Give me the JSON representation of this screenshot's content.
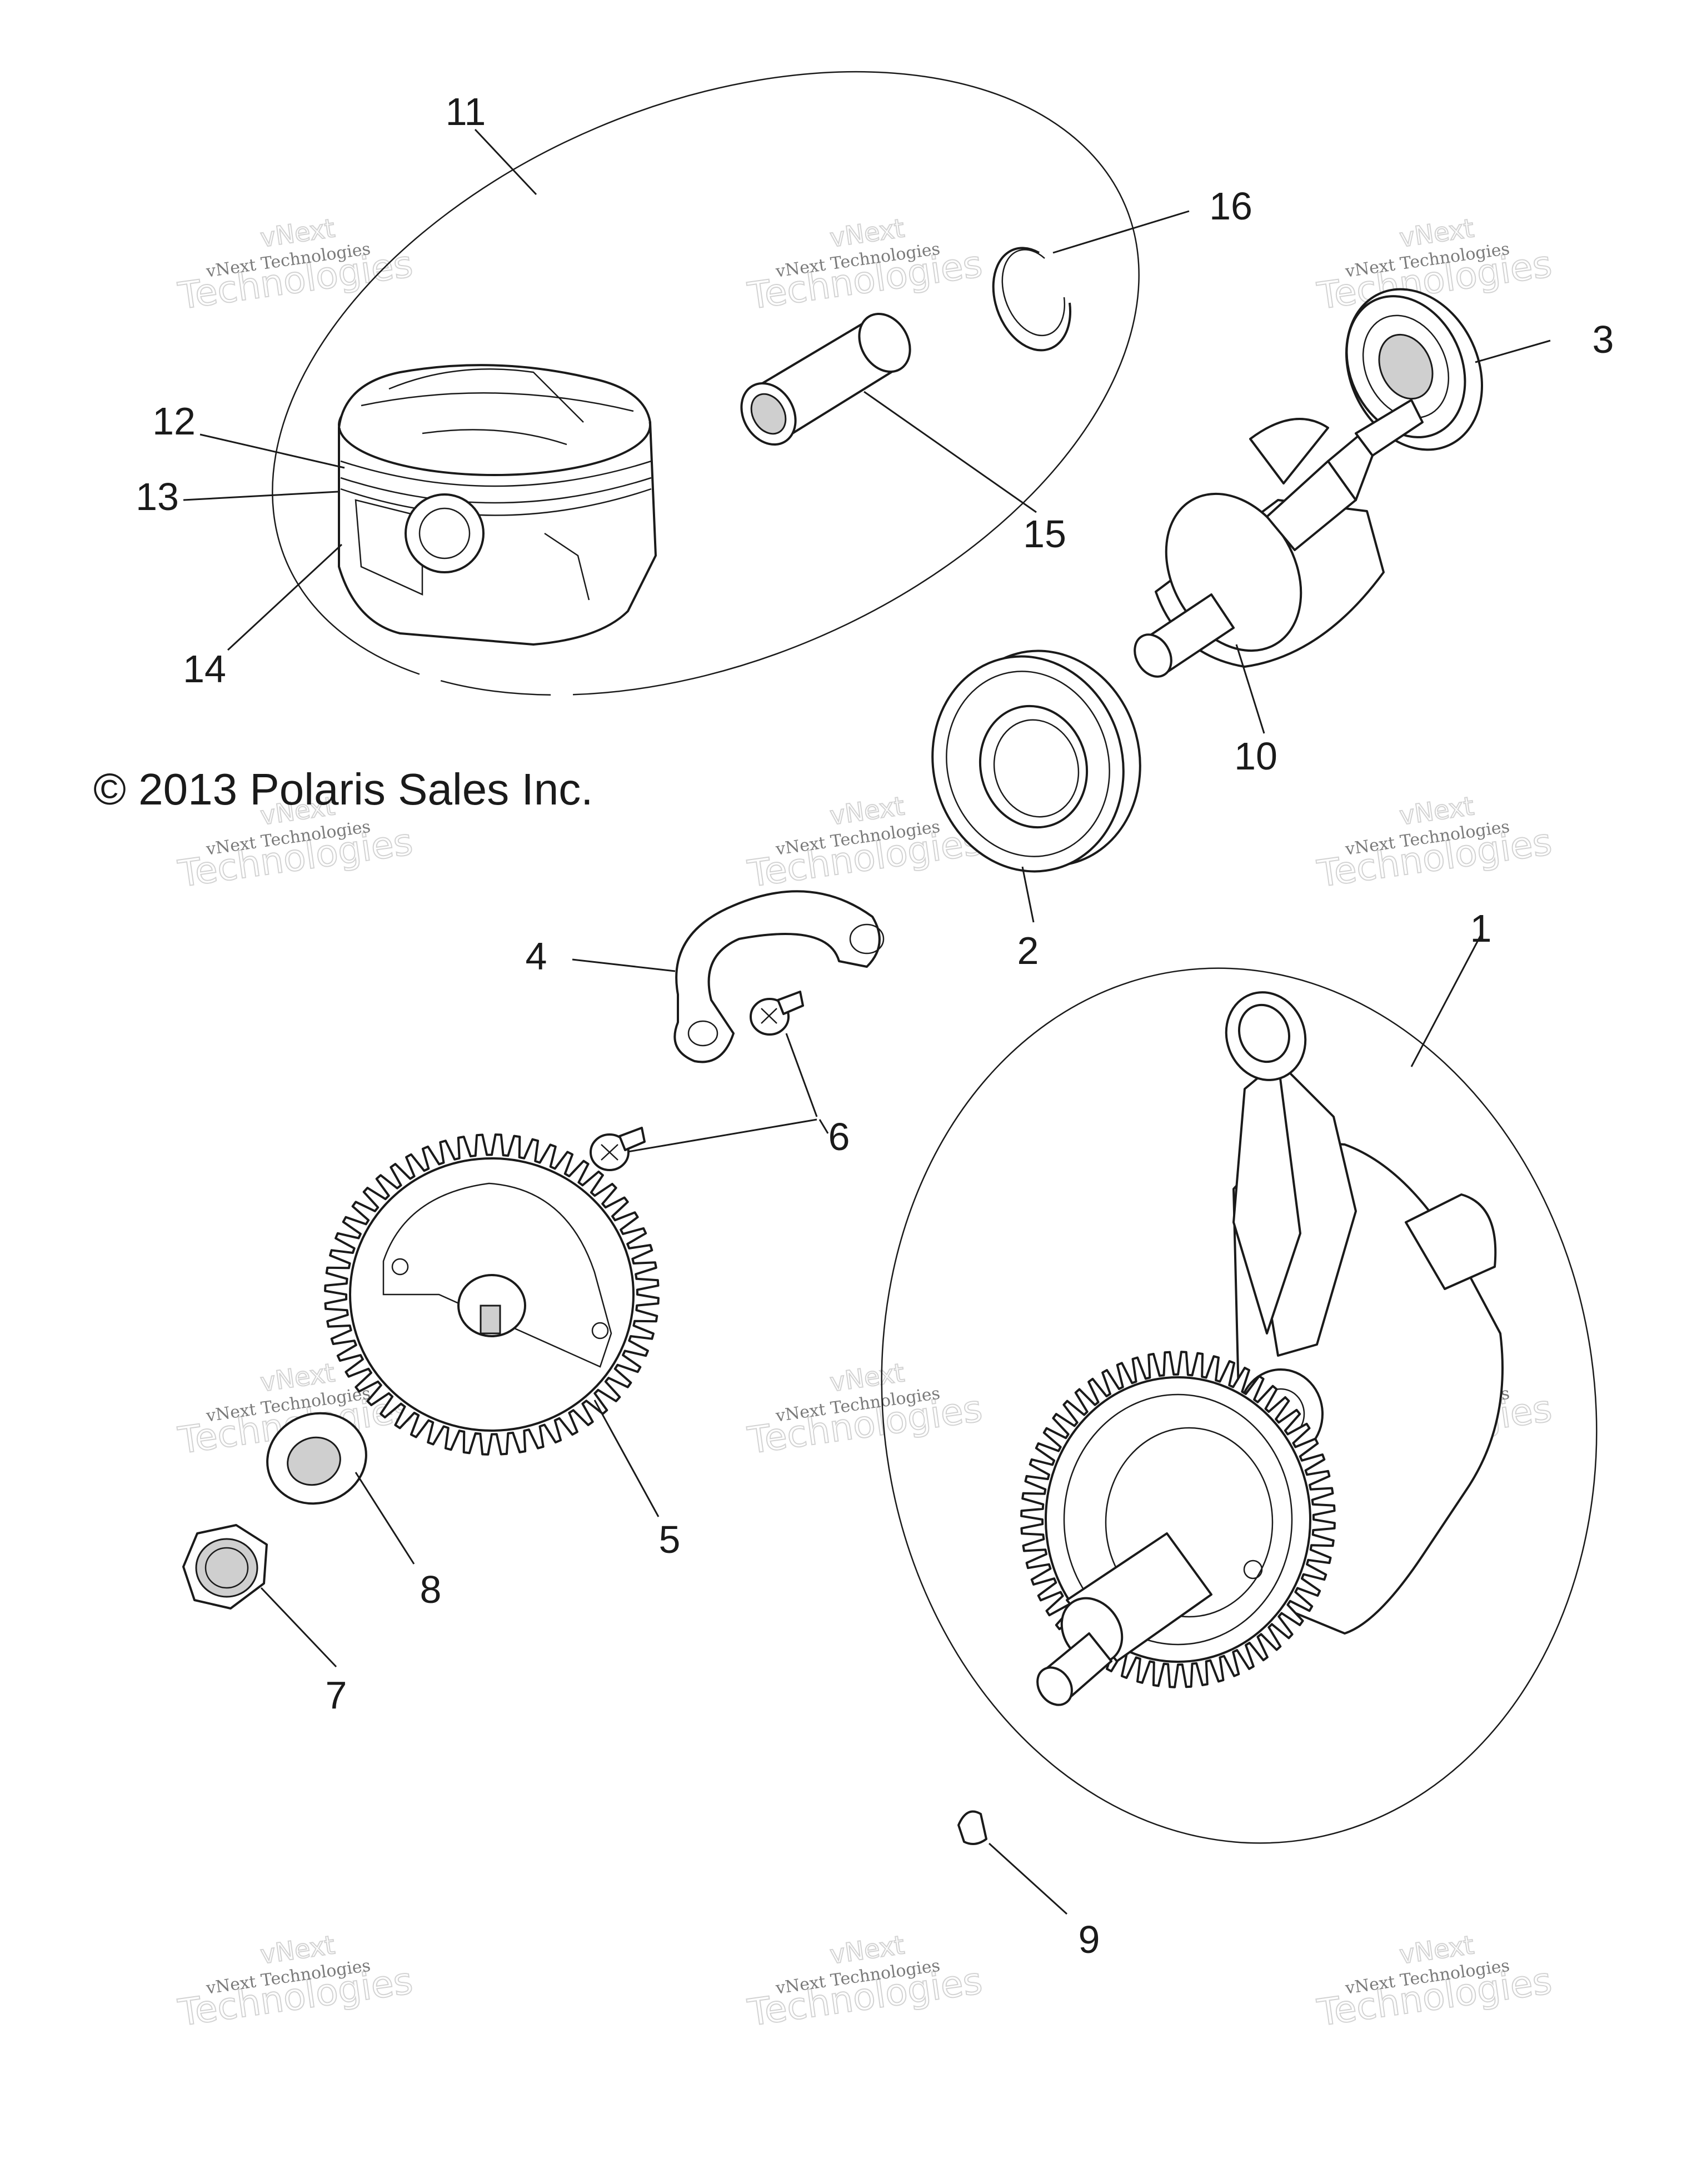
{
  "copyright": "© 2013 Polaris Sales Inc.",
  "watermark": {
    "line1": "vNext Technologies",
    "line2": "vNext",
    "line3": "Technologies"
  },
  "callouts": [
    {
      "id": "1",
      "text": "1"
    },
    {
      "id": "2",
      "text": "2"
    },
    {
      "id": "3",
      "text": "3"
    },
    {
      "id": "4",
      "text": "4"
    },
    {
      "id": "5",
      "text": "5"
    },
    {
      "id": "6",
      "text": "6"
    },
    {
      "id": "7",
      "text": "7"
    },
    {
      "id": "8",
      "text": "8"
    },
    {
      "id": "9",
      "text": "9"
    },
    {
      "id": "10",
      "text": "10"
    },
    {
      "id": "11",
      "text": "11"
    },
    {
      "id": "12",
      "text": "12"
    },
    {
      "id": "13",
      "text": "13"
    },
    {
      "id": "14",
      "text": "14"
    },
    {
      "id": "15",
      "text": "15"
    },
    {
      "id": "16",
      "text": "16"
    }
  ]
}
